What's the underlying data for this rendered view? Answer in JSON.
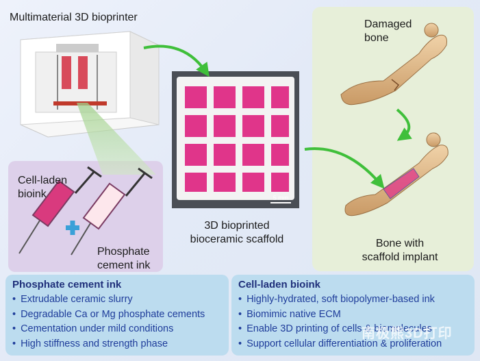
{
  "labels": {
    "printer": "Multimaterial 3D bioprinter",
    "damaged_bone": [
      "Damaged",
      "bone"
    ],
    "cell_bioink": [
      "Cell-laden",
      "bioink"
    ],
    "phosphate_ink": [
      "Phosphate",
      "cement ink"
    ],
    "scaffold": [
      "3D bioprinted",
      "bioceramic scaffold"
    ],
    "bone_implant": [
      "Bone with",
      "scaffold implant"
    ],
    "scale_bar": "5 mm"
  },
  "boxes": {
    "left": {
      "title": "Phosphate cement ink",
      "items": [
        "Extrudable ceramic slurry",
        "Degradable Ca or Mg phosphate cements",
        "Cementation under mild conditions",
        "High stiffness and strength phase"
      ]
    },
    "right": {
      "title": "Cell-laden bioink",
      "items": [
        "Highly-hydrated, soft biopolymer-based ink",
        "Biomimic native ECM",
        "Enable 3D printing of cells & biomolecules",
        "Support cellular differentiation & proliferation"
      ]
    }
  },
  "watermark": "南极熊3D打印",
  "colors": {
    "arrow": "#3fbf3a",
    "bone": "#e2b98a",
    "scaffold": "#e0358a",
    "box_bg": "#bcdcef",
    "box_text": "#1e3c9a"
  }
}
